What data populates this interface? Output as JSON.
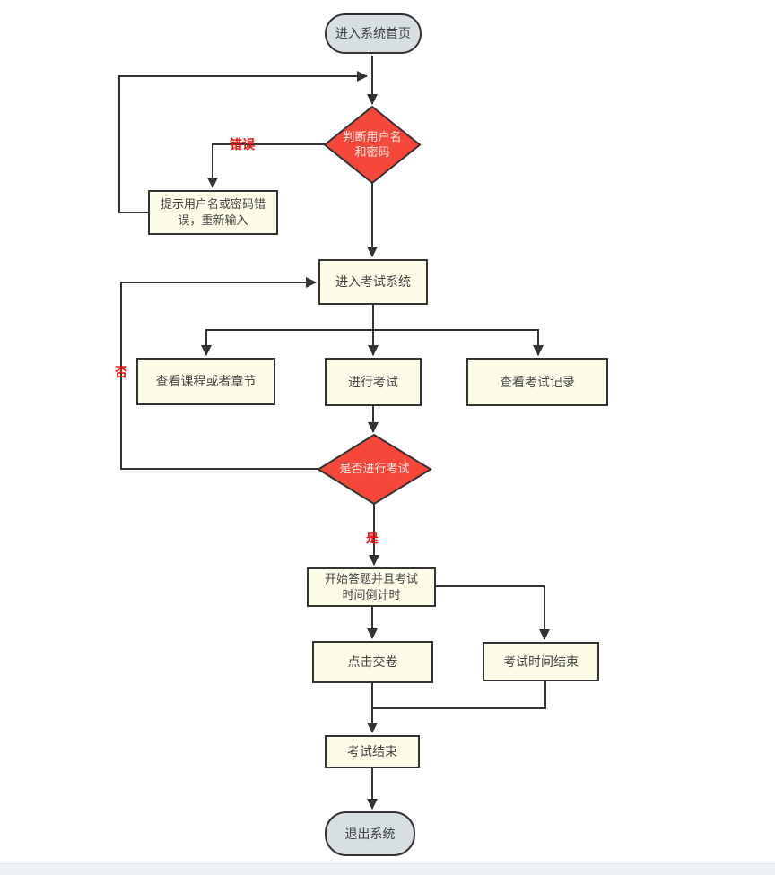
{
  "diagram": {
    "type": "flowchart",
    "nodes": {
      "start": {
        "label": "进入系统首页",
        "shape": "terminal"
      },
      "decision_login": {
        "label_line1": "判断用户名",
        "label_line2": "和密码",
        "shape": "decision"
      },
      "hint": {
        "label_line1": "提示用户名或密码错",
        "label_line2": "误，重新输入",
        "shape": "process"
      },
      "enter_exam": {
        "label": "进入考试系统",
        "shape": "process"
      },
      "view_course": {
        "label": "查看课程或者章节",
        "shape": "process"
      },
      "take_exam": {
        "label": "进行考试",
        "shape": "process"
      },
      "view_records": {
        "label": "查看考试记录",
        "shape": "process"
      },
      "decision_exam": {
        "label": "是否进行考试",
        "shape": "decision"
      },
      "start_answer": {
        "label_line1": "开始答题并且考试",
        "label_line2": "时间倒计时",
        "shape": "process"
      },
      "submit": {
        "label": "点击交卷",
        "shape": "process"
      },
      "time_end": {
        "label": "考试时间结束",
        "shape": "process"
      },
      "exam_end": {
        "label": "考试结束",
        "shape": "process"
      },
      "exit": {
        "label": "退出系统",
        "shape": "terminal"
      }
    },
    "edge_labels": {
      "error": "错误",
      "no": "否",
      "yes": "是"
    },
    "colors": {
      "decision_fill": "#f5483b",
      "process_fill": "#fdfce8",
      "terminal_fill": "#d8dfe2",
      "stroke": "#333333",
      "edge_label_red": "#e8120e",
      "footer_band": "#edf0f4"
    }
  }
}
